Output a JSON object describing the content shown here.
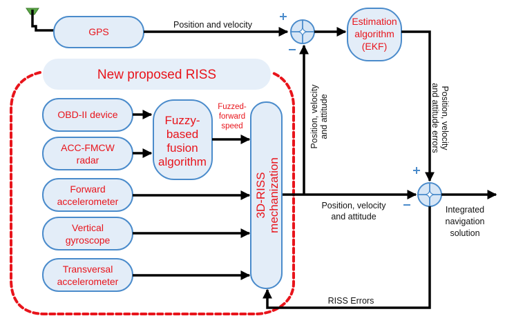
{
  "diagram": {
    "gps": {
      "label": "GPS"
    },
    "banner": {
      "title": "New proposed RISS"
    },
    "sensors": {
      "obd": {
        "line1": "OBD-II device"
      },
      "radar": {
        "line1": "ACC-FMCW",
        "line2": "radar"
      },
      "fwd_accel": {
        "line1": "Forward",
        "line2": "accelerometer"
      },
      "vert_gyro": {
        "line1": "Vertical",
        "line2": "gyroscope"
      },
      "trans_accel": {
        "line1": "Transversal",
        "line2": "accelerometer"
      }
    },
    "fuzzy": {
      "line1": "Fuzzy-",
      "line2": "based",
      "line3": "fusion",
      "line4": "algorithm"
    },
    "fuzzed_label": {
      "line1": "Fuzzed-",
      "line2": "forward",
      "line3": "speed"
    },
    "mechanization": {
      "line1": "3D-RISS",
      "line2": "mechanization"
    },
    "ekf": {
      "line1": "Estimation",
      "line2": "algorithm",
      "line3": "(EKF)"
    },
    "edges": {
      "gps_out": "Position and velocity",
      "riss_up": {
        "line1": "Position, velocity",
        "line2": "and attitude"
      },
      "riss_out": {
        "line1": "Position, velocity",
        "line2": "and attitude"
      },
      "ekf_errors": {
        "line1": "Position, velocity",
        "line2": "and attitude errors"
      },
      "riss_errors": "RISS Errors"
    },
    "output": {
      "line1": "Integrated",
      "line2": "navigation",
      "line3": "solution"
    },
    "summing_junctions": {
      "top": {
        "plus": "+",
        "minus": "−"
      },
      "right": {
        "plus": "+",
        "minus": "−"
      }
    },
    "colors": {
      "box_fill": "#e3edf8",
      "box_stroke": "#4a8bcb",
      "label_red": "#e8141b",
      "dashed_border": "#e8141b",
      "antenna": "#5aa845"
    }
  }
}
